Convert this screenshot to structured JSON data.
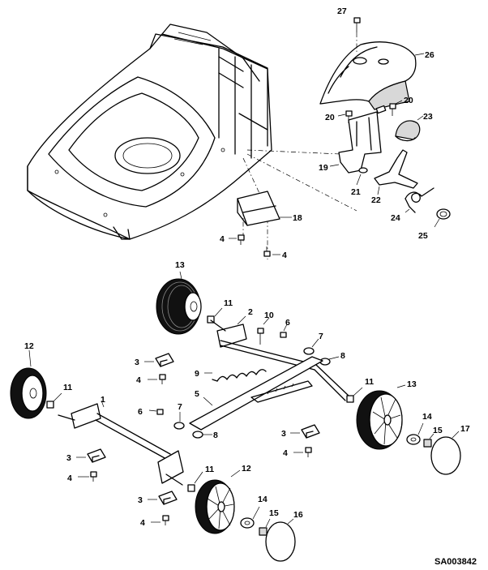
{
  "diagram": {
    "drawing_code": "SA003842",
    "labels": {
      "p1": "1",
      "p2": "2",
      "p3a": "3",
      "p3b": "3",
      "p3c": "3",
      "p3d": "3",
      "p4a": "4",
      "p4b": "4",
      "p4c": "4",
      "p4d": "4",
      "p4e": "4",
      "p4f": "4",
      "p5": "5",
      "p6a": "6",
      "p6b": "6",
      "p7a": "7",
      "p7b": "7",
      "p8a": "8",
      "p8b": "8",
      "p9": "9",
      "p10": "10",
      "p11a": "11",
      "p11b": "11",
      "p11c": "11",
      "p11d": "11",
      "p12a": "12",
      "p12b": "12",
      "p13a": "13",
      "p13b": "13",
      "p14a": "14",
      "p14b": "14",
      "p15a": "15",
      "p15b": "15",
      "p16": "16",
      "p17": "17",
      "p18": "18",
      "p19": "19",
      "p20a": "20",
      "p20b": "20",
      "p21": "21",
      "p22": "22",
      "p23": "23",
      "p24": "24",
      "p25": "25",
      "p26": "26",
      "p27": "27"
    }
  }
}
